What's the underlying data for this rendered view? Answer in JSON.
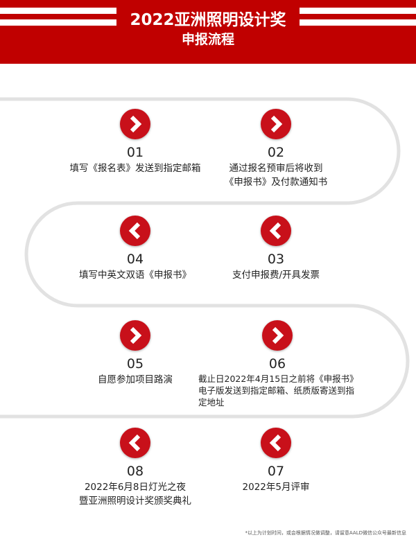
{
  "header": {
    "title": "2022亚洲照明设计奖",
    "subtitle": "申报流程"
  },
  "colors": {
    "brand": "#c00000",
    "icon": "#c8101a",
    "track": "#e2e2e2"
  },
  "steps": [
    {
      "num": "01",
      "line1": "填写《报名表》发送到指定邮箱",
      "line2": "",
      "direction": "right"
    },
    {
      "num": "02",
      "line1": "通过报名预审后将收到",
      "line2": "《申报书》及付款通知书",
      "direction": "right"
    },
    {
      "num": "03",
      "line1": "支付申报费/开具发票",
      "line2": "",
      "direction": "left"
    },
    {
      "num": "04",
      "line1": "填写中英文双语《申报书》",
      "line2": "",
      "direction": "left"
    },
    {
      "num": "05",
      "line1": "自愿参加项目路演",
      "line2": "",
      "direction": "right"
    },
    {
      "num": "06",
      "line1": "截止日2022年4月15日之前将《申报书》电子版发送到指定邮箱、纸质版寄送到指定地址",
      "line2": "",
      "direction": "right"
    },
    {
      "num": "07",
      "line1": "2022年5月评审",
      "line2": "",
      "direction": "left"
    },
    {
      "num": "08",
      "line1": "2022年6月8日灯光之夜",
      "line2": "暨亚洲照明设计奖颁奖典礼",
      "direction": "left"
    }
  ],
  "footnote": "*以上为计划时间，或会根据情况做调整，请留意AALD微信公众号最新信息"
}
